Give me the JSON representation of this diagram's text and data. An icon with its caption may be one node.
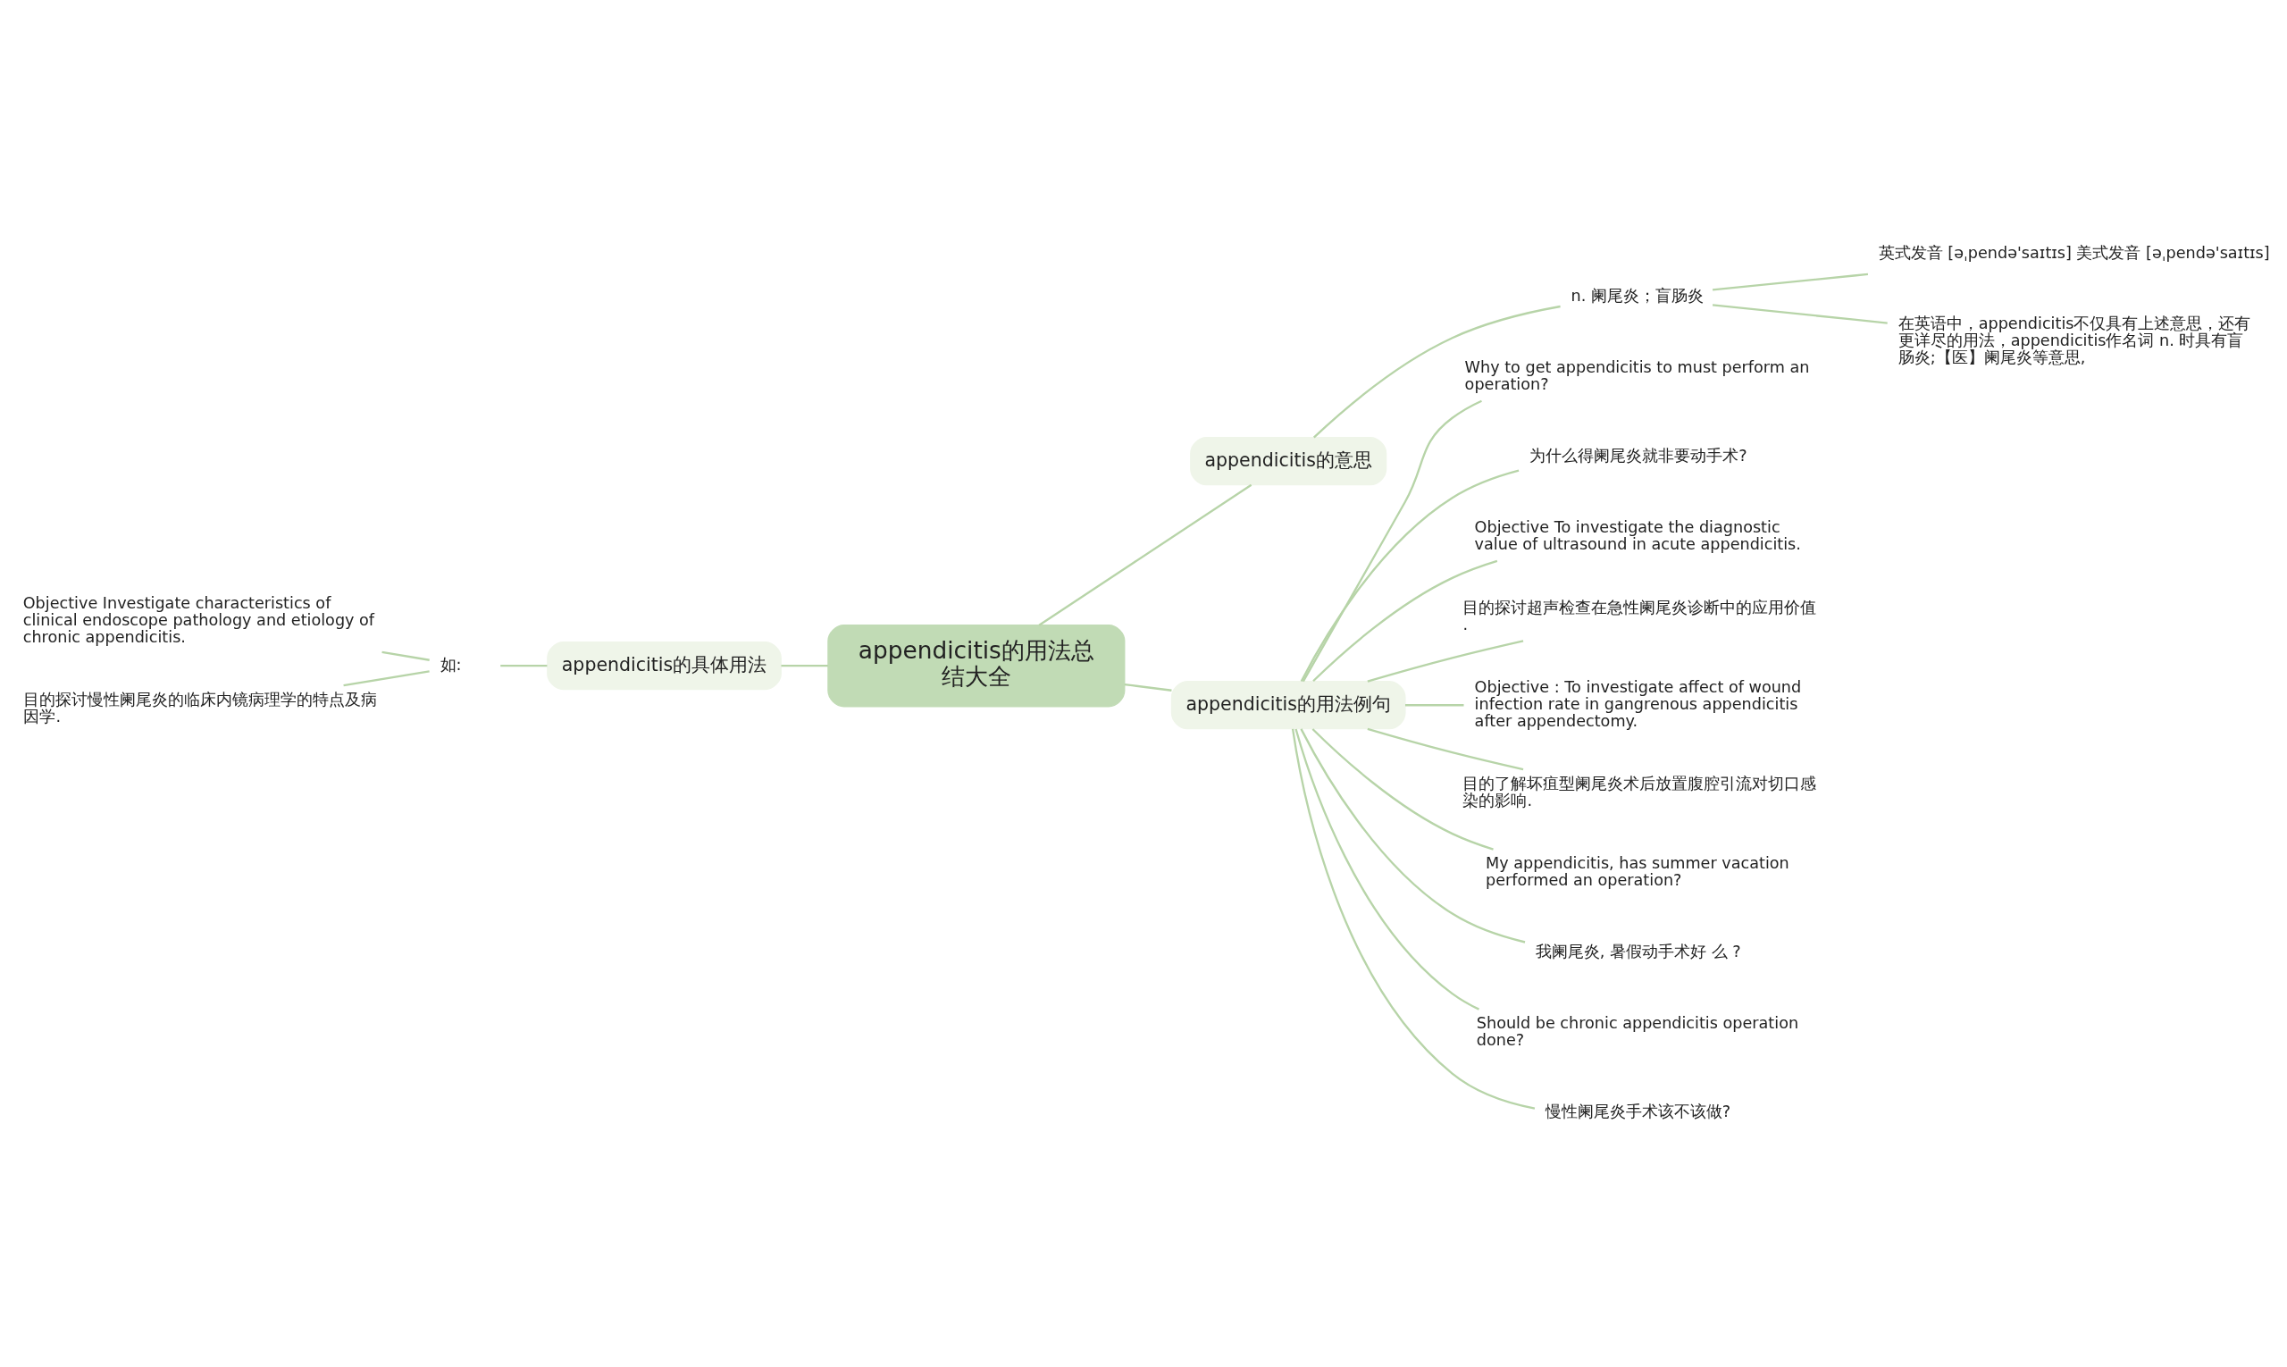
{
  "diagram": {
    "nodes": [
      {
        "text": [
          "appendicitis的用法总结大全"
        ]
      },
      {
        "text": [
          "appendicitis的意思"
        ]
      },
      {
        "text": [
          "n. 阑尾炎；盲肠炎"
        ]
      },
      {
        "text": [
          "英式发音 [əˌpendə'saɪtɪs] 美式发音 [əˌpendə'saɪtɪs]"
        ]
      },
      {
        "text": [
          "在英语中，appendicitis不仅具有上述意思，还有更详尽的用法，appendicitis作名词 n. 时具有盲肠炎;【医】阑尾炎等意思,"
        ]
      },
      {
        "text": [
          "appendicitis的用法例句"
        ]
      },
      {
        "text": [
          "Why to get appendicitis to must perform an operation?"
        ]
      },
      {
        "text": [
          "为什么得阑尾炎就非要动手术?"
        ]
      },
      {
        "text": [
          "Objective To investigate the diagnostic value of ultrasound in acute appendicitis."
        ]
      },
      {
        "text": [
          "目的探讨超声检查在急性阑尾炎诊断中的应用价值."
        ]
      },
      {
        "text": [
          "Objective : To investigate affect of wound infection rate in gangrenous appendicitis after appendectomy."
        ]
      },
      {
        "text": [
          "目的了解坏疽型阑尾炎术后放置腹腔引流对切口感染的影响."
        ]
      },
      {
        "text": [
          "My appendicitis, has summer vacation performed an operation?"
        ]
      },
      {
        "text": [
          "我阑尾炎, 暑假动手术好 么 ?"
        ]
      },
      {
        "text": [
          "Should be chronic appendicitis operation done?"
        ]
      },
      {
        "text": [
          "慢性阑尾炎手术该不该做?"
        ]
      },
      {
        "text": [
          "appendicitis的具体用法"
        ]
      },
      {
        "text": [
          "如:"
        ]
      },
      {
        "text": [
          "Objective Investigate characteristics of clinical endoscope pathology and etiology of chronic appendicitis."
        ]
      },
      {
        "text": [
          "目的探讨慢性阑尾炎的临床内镜病理学的特点及病因学."
        ]
      }
    ],
    "edges": [
      {
        "from": 0,
        "to": 1,
        "arrow": "none"
      },
      {
        "from": 1,
        "to": 2,
        "arrow": "none"
      },
      {
        "from": 2,
        "to": 3,
        "arrow": "none"
      },
      {
        "from": 2,
        "to": 4,
        "arrow": "none"
      },
      {
        "from": 0,
        "to": 5,
        "arrow": "none"
      },
      {
        "from": 5,
        "to": 6,
        "arrow": "none"
      },
      {
        "from": 5,
        "to": 7,
        "arrow": "none"
      },
      {
        "from": 5,
        "to": 8,
        "arrow": "none"
      },
      {
        "from": 5,
        "to": 9,
        "arrow": "none"
      },
      {
        "from": 5,
        "to": 10,
        "arrow": "none"
      },
      {
        "from": 5,
        "to": 11,
        "arrow": "none"
      },
      {
        "from": 5,
        "to": 12,
        "arrow": "none"
      },
      {
        "from": 5,
        "to": 13,
        "arrow": "none"
      },
      {
        "from": 5,
        "to": 14,
        "arrow": "none"
      },
      {
        "from": 5,
        "to": 15,
        "arrow": "none"
      },
      {
        "from": 0,
        "to": 16,
        "arrow": "none"
      },
      {
        "from": 16,
        "to": 17,
        "arrow": "none"
      },
      {
        "from": 17,
        "to": 18,
        "arrow": "none"
      },
      {
        "from": 17,
        "to": 19,
        "arrow": "none"
      }
    ]
  }
}
